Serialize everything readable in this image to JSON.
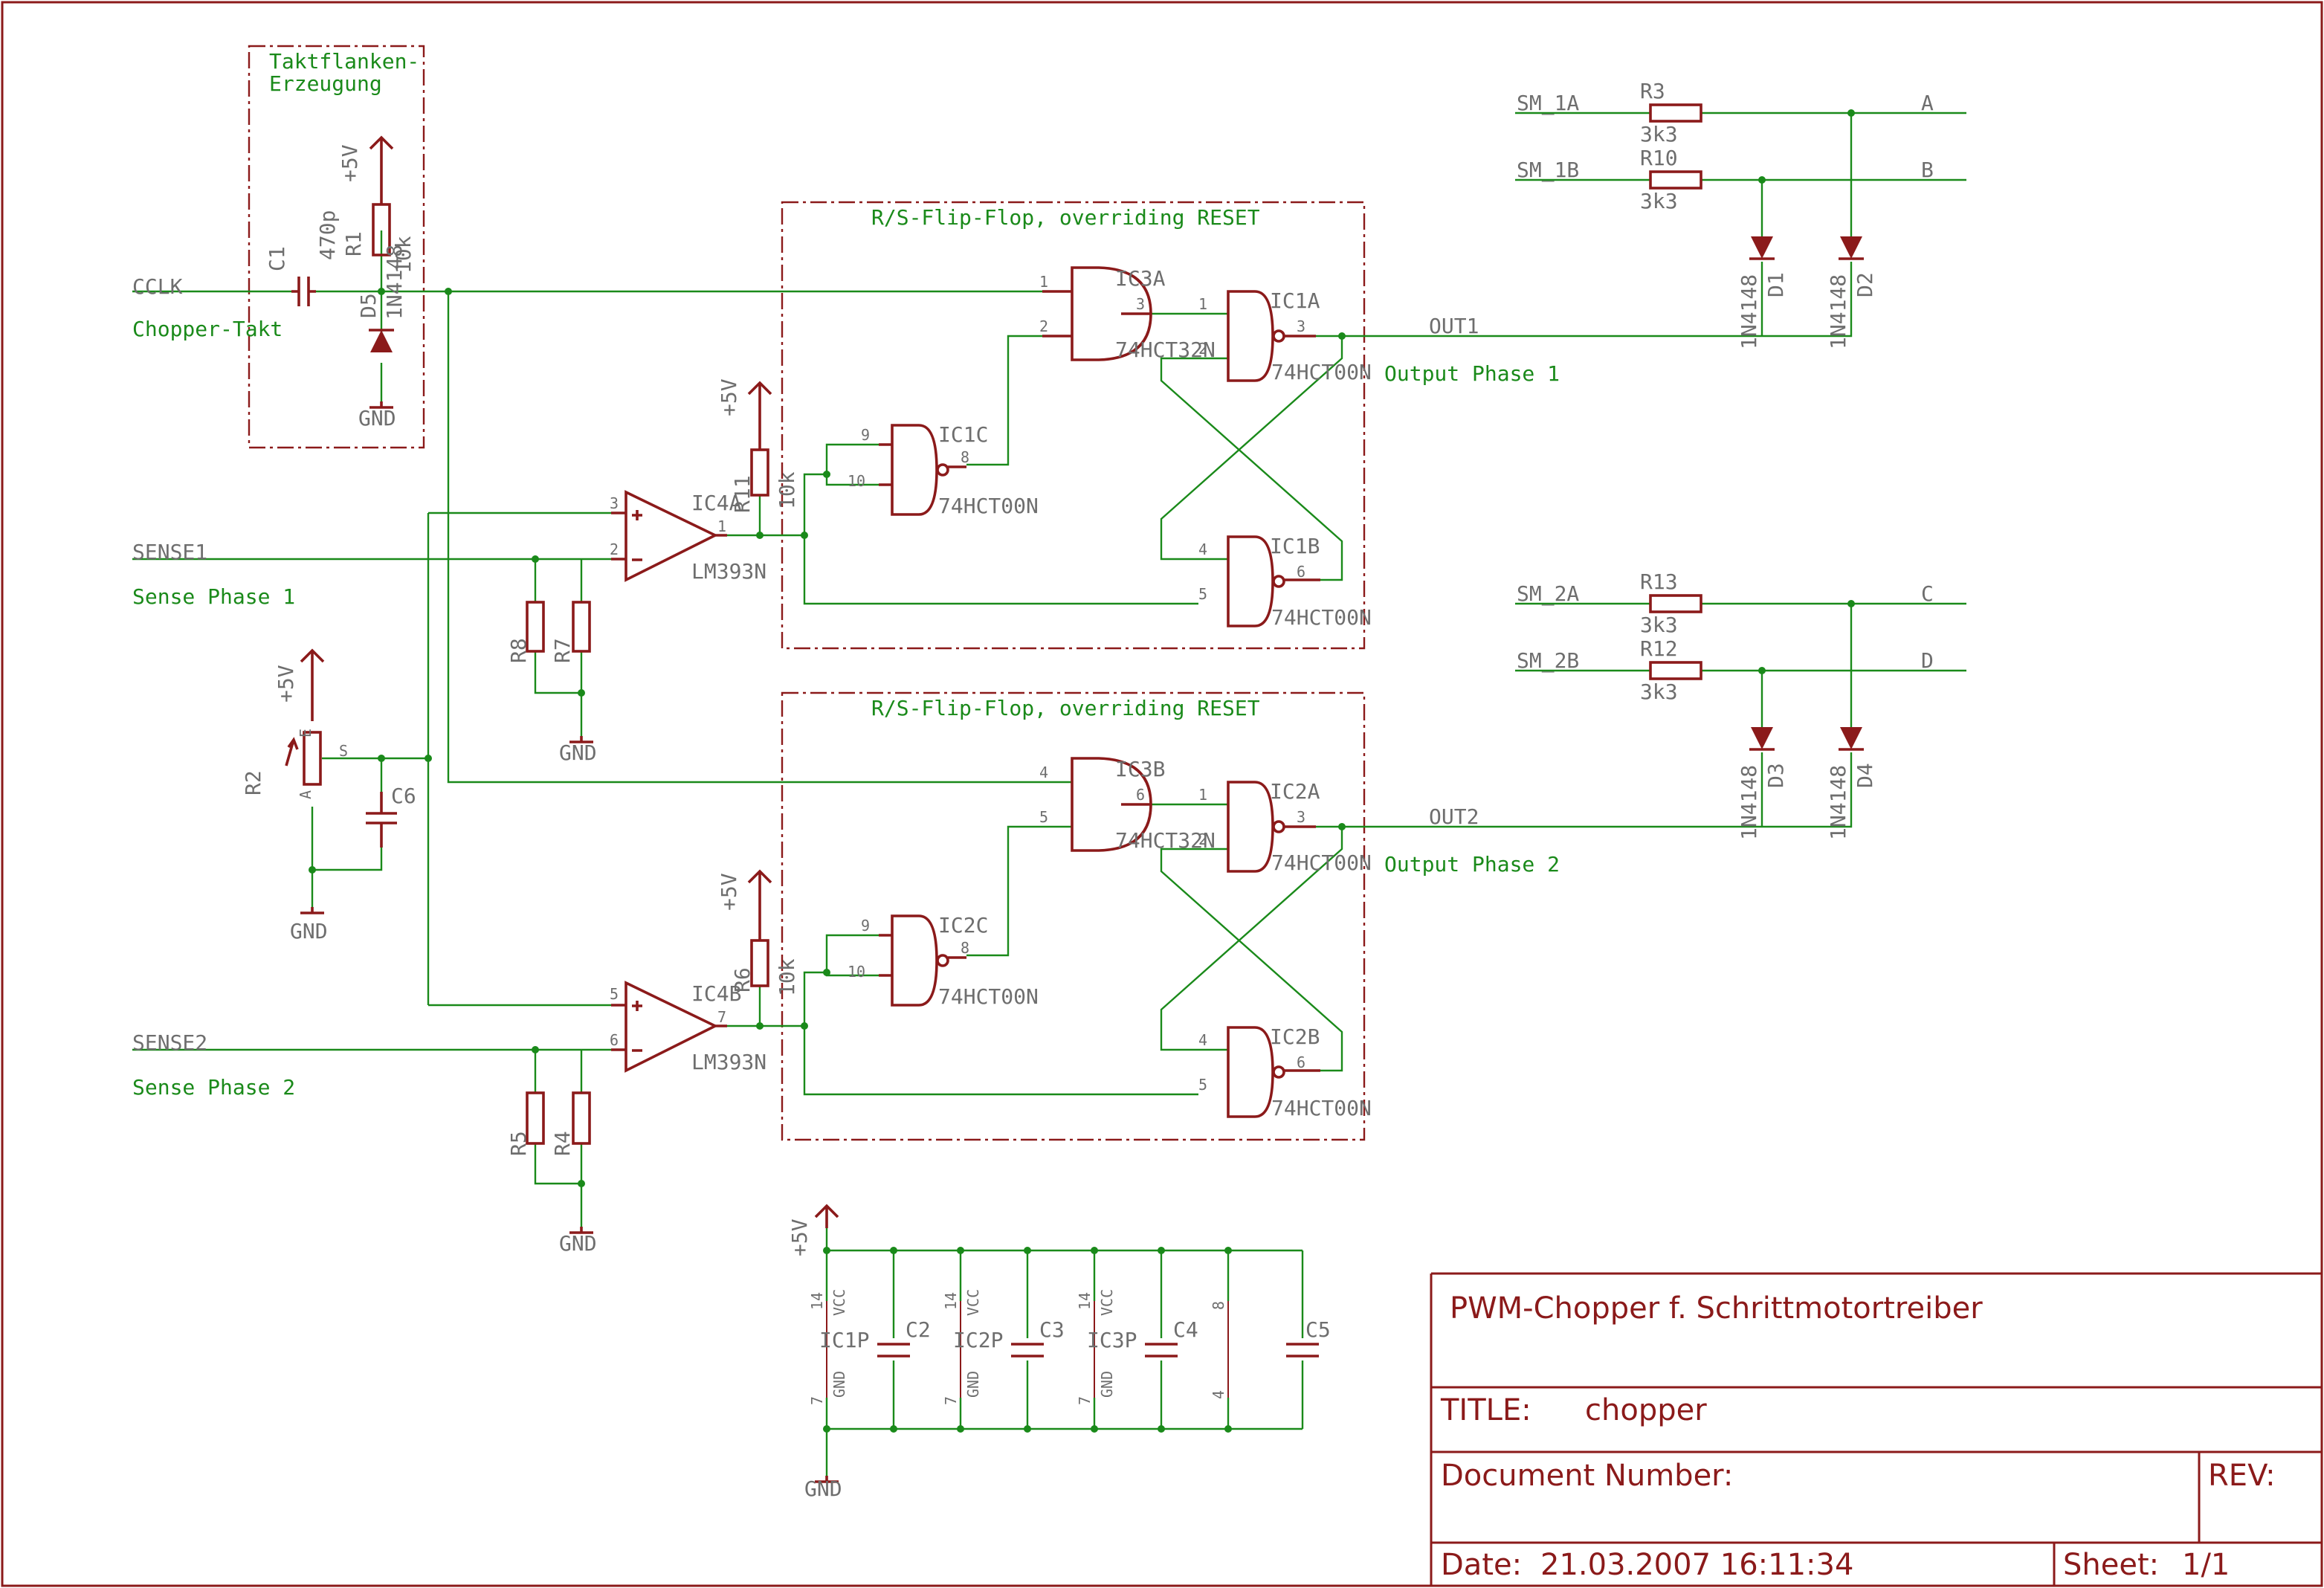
{
  "frame_title": "PWM-Chopper f. Schrittmotortreiber",
  "title_block": {
    "title_label": "TITLE:",
    "title_value": "chopper",
    "document_label": "Document Number:",
    "rev_label": "REV:",
    "date_label": "Date:",
    "date_value": "21.03.2007 16:11:34",
    "sheet_label": "Sheet:",
    "sheet_value": "1/1"
  },
  "groups": {
    "edge_gen_line1": "Taktflanken-",
    "edge_gen_line2": "Erzeugung",
    "flipflop1": "R/S-Flip-Flop, overriding RESET",
    "flipflop2": "R/S-Flip-Flop, overriding RESET"
  },
  "nets": {
    "cclk": "CCLK",
    "cclk_desc": "Chopper-Takt",
    "sense1": "SENSE1",
    "sense1_desc": "Sense Phase 1",
    "sense2": "SENSE2",
    "sense2_desc": "Sense Phase 2",
    "out1": "OUT1",
    "out1_desc": "Output Phase 1",
    "out2": "OUT2",
    "out2_desc": "Output Phase 2",
    "sm1a": "SM_1A",
    "sm1b": "SM_1B",
    "sm2a": "SM_2A",
    "sm2b": "SM_2B",
    "a": "A",
    "b": "B",
    "c": "C",
    "d": "D"
  },
  "supplies": {
    "vcc": "+5V",
    "gnd": "GND"
  },
  "parts": {
    "C1": {
      "name": "C1",
      "value": "470p"
    },
    "R1": {
      "name": "R1",
      "value": "10k"
    },
    "D5": {
      "name": "D5",
      "value": "1N4148"
    },
    "R2": {
      "name": "R2",
      "pin_e": "E",
      "pin_s": "S",
      "pin_a": "A"
    },
    "C6": {
      "name": "C6"
    },
    "R7": {
      "name": "R7"
    },
    "R8": {
      "name": "R8"
    },
    "R4": {
      "name": "R4"
    },
    "R5": {
      "name": "R5"
    },
    "R11": {
      "name": "R11",
      "value": "10k"
    },
    "R6": {
      "name": "R6",
      "value": "10k"
    },
    "IC4A": {
      "name": "IC4A",
      "value": "LM393N",
      "pins": [
        "3",
        "2",
        "1"
      ]
    },
    "IC4B": {
      "name": "IC4B",
      "value": "LM393N",
      "pins": [
        "5",
        "6",
        "7"
      ]
    },
    "IC3A": {
      "name": "IC3A",
      "value": "74HCT32N",
      "pins": [
        "1",
        "2",
        "3"
      ]
    },
    "IC3B": {
      "name": "IC3B",
      "value": "74HCT32N",
      "pins": [
        "4",
        "5",
        "6"
      ]
    },
    "IC1A": {
      "name": "IC1A",
      "value": "74HCT00N",
      "pins": [
        "1",
        "2",
        "3"
      ]
    },
    "IC1B": {
      "name": "IC1B",
      "value": "74HCT00N",
      "pins": [
        "4",
        "5",
        "6"
      ]
    },
    "IC1C": {
      "name": "IC1C",
      "value": "74HCT00N",
      "pins": [
        "9",
        "10",
        "8"
      ]
    },
    "IC2A": {
      "name": "IC2A",
      "value": "74HCT00N",
      "pins": [
        "1",
        "2",
        "3"
      ]
    },
    "IC2B": {
      "name": "IC2B",
      "value": "74HCT00N",
      "pins": [
        "4",
        "5",
        "6"
      ]
    },
    "IC2C": {
      "name": "IC2C",
      "value": "74HCT00N",
      "pins": [
        "9",
        "10",
        "8"
      ]
    },
    "R3": {
      "name": "R3",
      "value": "3k3"
    },
    "R10": {
      "name": "R10",
      "value": "3k3"
    },
    "R13": {
      "name": "R13",
      "value": "3k3"
    },
    "R12": {
      "name": "R12",
      "value": "3k3"
    },
    "D1": {
      "name": "D1",
      "value": "1N4148"
    },
    "D2": {
      "name": "D2",
      "value": "1N4148"
    },
    "D3": {
      "name": "D3",
      "value": "1N4148"
    },
    "D4": {
      "name": "D4",
      "value": "1N4148"
    },
    "C2": {
      "name": "C2"
    },
    "C3": {
      "name": "C3"
    },
    "C4": {
      "name": "C4"
    },
    "C5": {
      "name": "C5"
    },
    "IC1P": {
      "name": "IC1P",
      "vcc": "VCC",
      "gnd": "GND",
      "pin_vcc": "14",
      "pin_gnd": "7"
    },
    "IC2P": {
      "name": "IC2P",
      "vcc": "VCC",
      "gnd": "GND",
      "pin_vcc": "14",
      "pin_gnd": "7"
    },
    "IC3P": {
      "name": "IC3P",
      "vcc": "VCC",
      "gnd": "GND",
      "pin_vcc": "14",
      "pin_gnd": "7"
    },
    "IC4P": {
      "pin_vcc": "8",
      "pin_gnd": "4"
    }
  }
}
